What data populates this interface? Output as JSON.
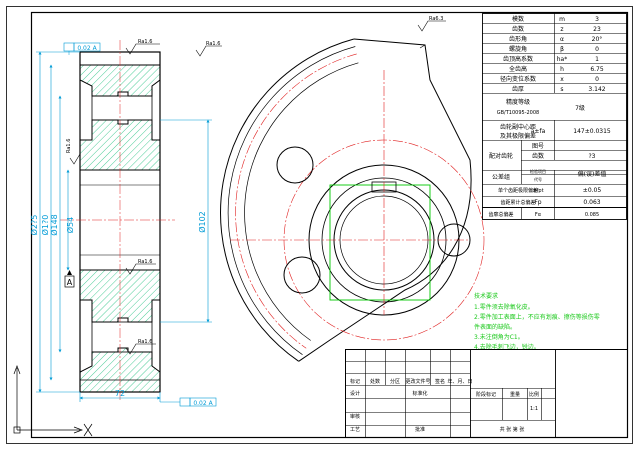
{
  "colors": {
    "background": "#ffffff",
    "outline": "#000000",
    "hatch": "#00b86b",
    "dimension": "#009bd6",
    "centerline": "#e02020",
    "keyway": "#00c800",
    "notes": "#19c819"
  },
  "surface_marks": {
    "tr_top": "Ra6.3",
    "outer_left": "Ra1.6",
    "outer_right": "Ra1.6",
    "bore_upper": "Ra1.6",
    "bore_lower": "Ra1.6",
    "hub_lower": "Ra1.6"
  },
  "tolerance_frames": {
    "top": "0.02 A",
    "bottom": "0.02 A"
  },
  "dims": {
    "d_outer": "Ø2?5",
    "d_root": "Ø1?0",
    "d_mid": "Ø148",
    "d_bore": "Ø54",
    "d_hub": "Ø102",
    "width": "72",
    "datum": "A"
  },
  "params": {
    "rows": [
      {
        "label": "模数",
        "sym": "m",
        "val": "3"
      },
      {
        "label": "齿数",
        "sym": "z",
        "val": "23"
      },
      {
        "label": "齿形角",
        "sym": "α",
        "val": "20°"
      },
      {
        "label": "螺旋角",
        "sym": "β",
        "val": "0"
      },
      {
        "label": "齿顶高系数",
        "sym": "ha*",
        "val": "1"
      },
      {
        "label": "全齿高",
        "sym": "h",
        "val": "6.75"
      },
      {
        "label": "径向变位系数",
        "sym": "x",
        "val": "0"
      },
      {
        "label": "齿厚",
        "sym": "s",
        "val": "3.142"
      }
    ],
    "accuracy_label": "精度等级",
    "accuracy_std": "GB/T10095-2008",
    "accuracy_val": "7级",
    "center_label_1": "齿轮副中心距",
    "center_label_2": "及其极限偏差",
    "center_sym": "a±fa",
    "center_val": "147±0.0315",
    "mate_label": "配对齿轮",
    "fig_no": "图号",
    "teeth_label": "齿数",
    "teeth_val": "?3",
    "group_label": "公差组",
    "check_label": "检验项目",
    "code_label": "代号",
    "tol_label": "偏(误)差值",
    "pitch_label": "单个齿距极限偏差",
    "pitch_sym": "±fpt",
    "pitch_val": "±0.05",
    "runout_label": "齿距累计总偏差",
    "runout_sym": "Fp",
    "runout_val": "0.063",
    "profile_label": "齿廓总偏差",
    "profile_sym": "Fα",
    "profile_val": "0.085"
  },
  "notes": {
    "title": "技术要求",
    "lines": [
      "1.零件须去除氧化皮。",
      "2.零件加工表面上，不应有划痕、擦伤等损伤零",
      "  件表面的缺陷。",
      "3.未注倒角为C1。",
      "4.去除毛刺飞边，锐边。"
    ]
  },
  "title_block": {
    "header": [
      "标记",
      "处数",
      "分区",
      "更改文件号",
      "签名",
      "年、月、日"
    ],
    "design": "设计",
    "standard": "标准化",
    "stage_mark": "阶段标记",
    "weight": "重量",
    "scale": "比例",
    "scale_val": "1:1",
    "review": "审核",
    "craft": "工艺",
    "approve": "批准",
    "sheet": "共  张  第  张"
  }
}
